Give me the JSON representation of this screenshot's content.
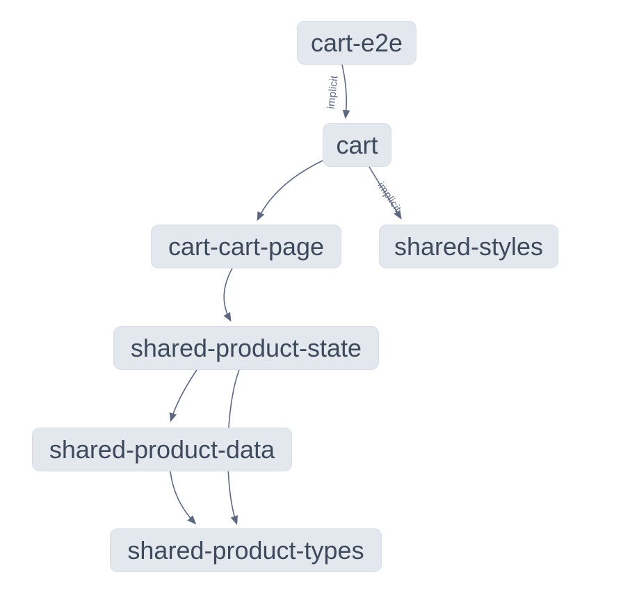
{
  "diagram": {
    "type": "dependency-graph",
    "colors": {
      "background": "#ffffff",
      "node_fill": "#e3e7ee",
      "node_border": "#d7dce6",
      "node_text": "#3e4a5c",
      "edge": "#5d6880",
      "edge_label": "#5d6880"
    },
    "nodes": [
      {
        "id": "cart-e2e",
        "label": "cart-e2e"
      },
      {
        "id": "cart",
        "label": "cart"
      },
      {
        "id": "cart-cart-page",
        "label": "cart-cart-page"
      },
      {
        "id": "shared-styles",
        "label": "shared-styles"
      },
      {
        "id": "shared-product-state",
        "label": "shared-product-state"
      },
      {
        "id": "shared-product-data",
        "label": "shared-product-data"
      },
      {
        "id": "shared-product-types",
        "label": "shared-product-types"
      }
    ],
    "edges": [
      {
        "from": "cart-e2e",
        "to": "cart",
        "label": "implicit"
      },
      {
        "from": "cart",
        "to": "cart-cart-page",
        "label": ""
      },
      {
        "from": "cart",
        "to": "shared-styles",
        "label": "implicit"
      },
      {
        "from": "cart-cart-page",
        "to": "shared-product-state",
        "label": ""
      },
      {
        "from": "shared-product-state",
        "to": "shared-product-data",
        "label": ""
      },
      {
        "from": "shared-product-state",
        "to": "shared-product-types",
        "label": ""
      },
      {
        "from": "shared-product-data",
        "to": "shared-product-types",
        "label": ""
      }
    ]
  }
}
